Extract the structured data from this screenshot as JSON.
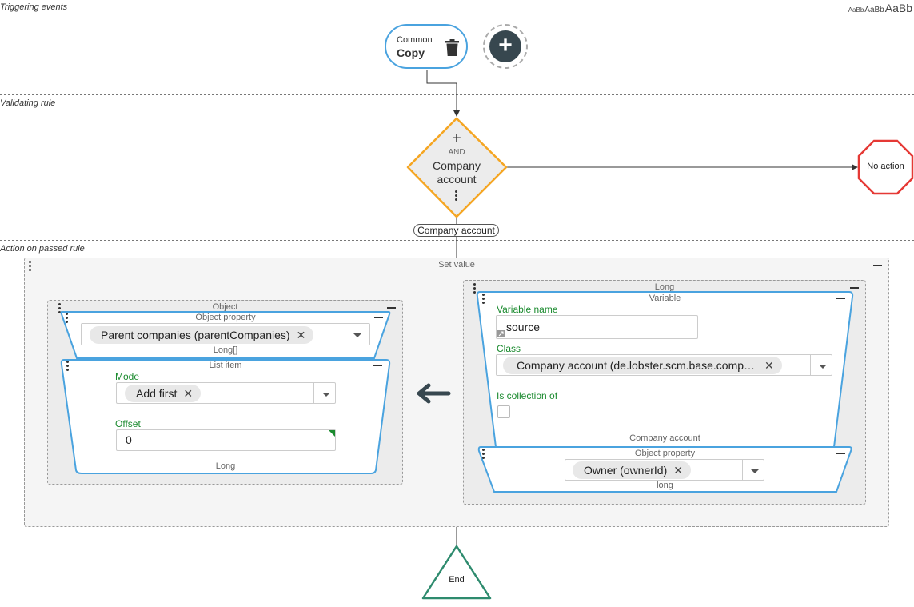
{
  "sections": {
    "triggering": "Triggering events",
    "validating": "Validating rule",
    "action": "Action on passed rule"
  },
  "font_sizes": [
    "AaBb",
    "AaBb",
    "AaBb"
  ],
  "trigger": {
    "category": "Common",
    "name": "Copy"
  },
  "rule": {
    "operator": "AND",
    "name_line1": "Company",
    "name_line2": "account",
    "output_label": "Company account"
  },
  "no_action": "No action",
  "set_value": {
    "title": "Set value",
    "object": {
      "title": "Object",
      "object_property": {
        "title": "Object property",
        "value": "Parent companies (parentCompanies)",
        "type": "Long[]"
      },
      "list_item": {
        "title": "List item",
        "mode_label": "Mode",
        "mode_value": "Add first",
        "offset_label": "Offset",
        "offset_value": "0",
        "type": "Long"
      }
    },
    "source": {
      "title": "Long",
      "variable": {
        "title": "Variable",
        "name_label": "Variable name",
        "name_value": "source",
        "class_label": "Class",
        "class_value": "Company account (de.lobster.scm.base.comp…",
        "collection_label": "Is collection of",
        "type": "Company account"
      },
      "object_property": {
        "title": "Object property",
        "value": "Owner (ownerId)",
        "type": "long"
      }
    }
  },
  "end": "End",
  "colors": {
    "trigger": "#4aa3df",
    "rule": "#f5a623",
    "no_action": "#e53935",
    "end": "#2e8b6e",
    "field_label": "#1a8a2e"
  }
}
